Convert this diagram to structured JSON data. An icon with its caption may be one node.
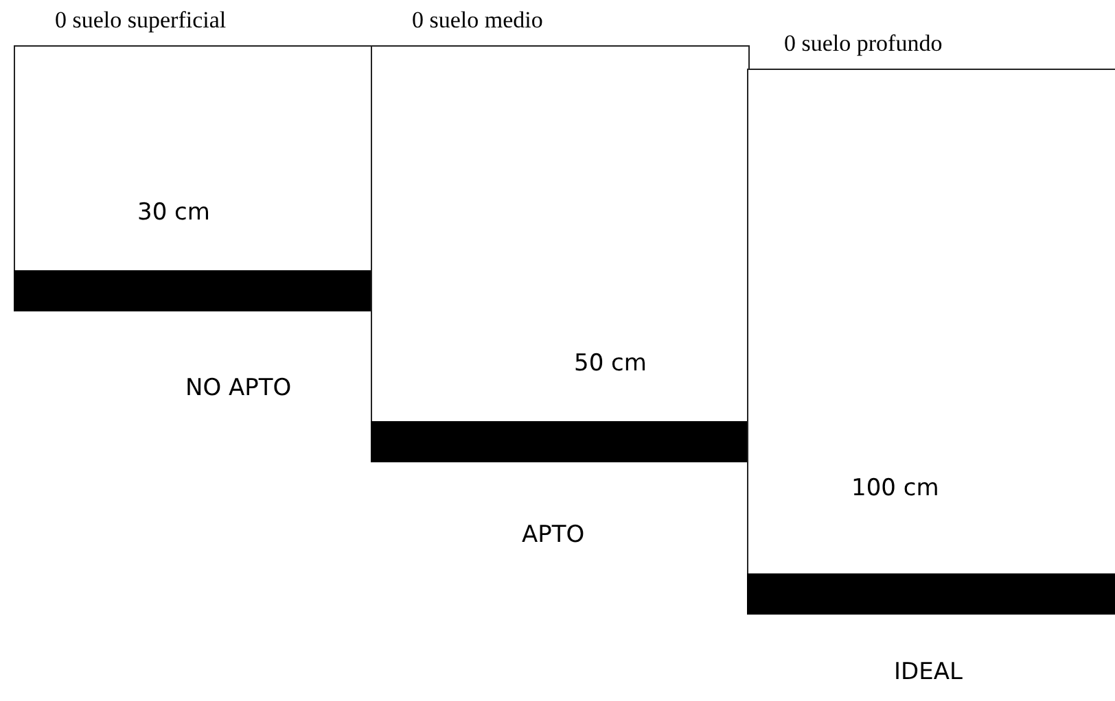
{
  "diagram": {
    "nodes": [
      {
        "text": [
          "0 suelo superficial",
          "30 cm"
        ],
        "beside": [
          "NO APTO"
        ]
      },
      {
        "text": [
          "0 suelo medio",
          "50 cm"
        ],
        "beside": [
          "APTO"
        ]
      },
      {
        "text": [
          "0 suelo profundo",
          "100 cm"
        ],
        "beside": [
          "IDEAL"
        ]
      }
    ]
  }
}
